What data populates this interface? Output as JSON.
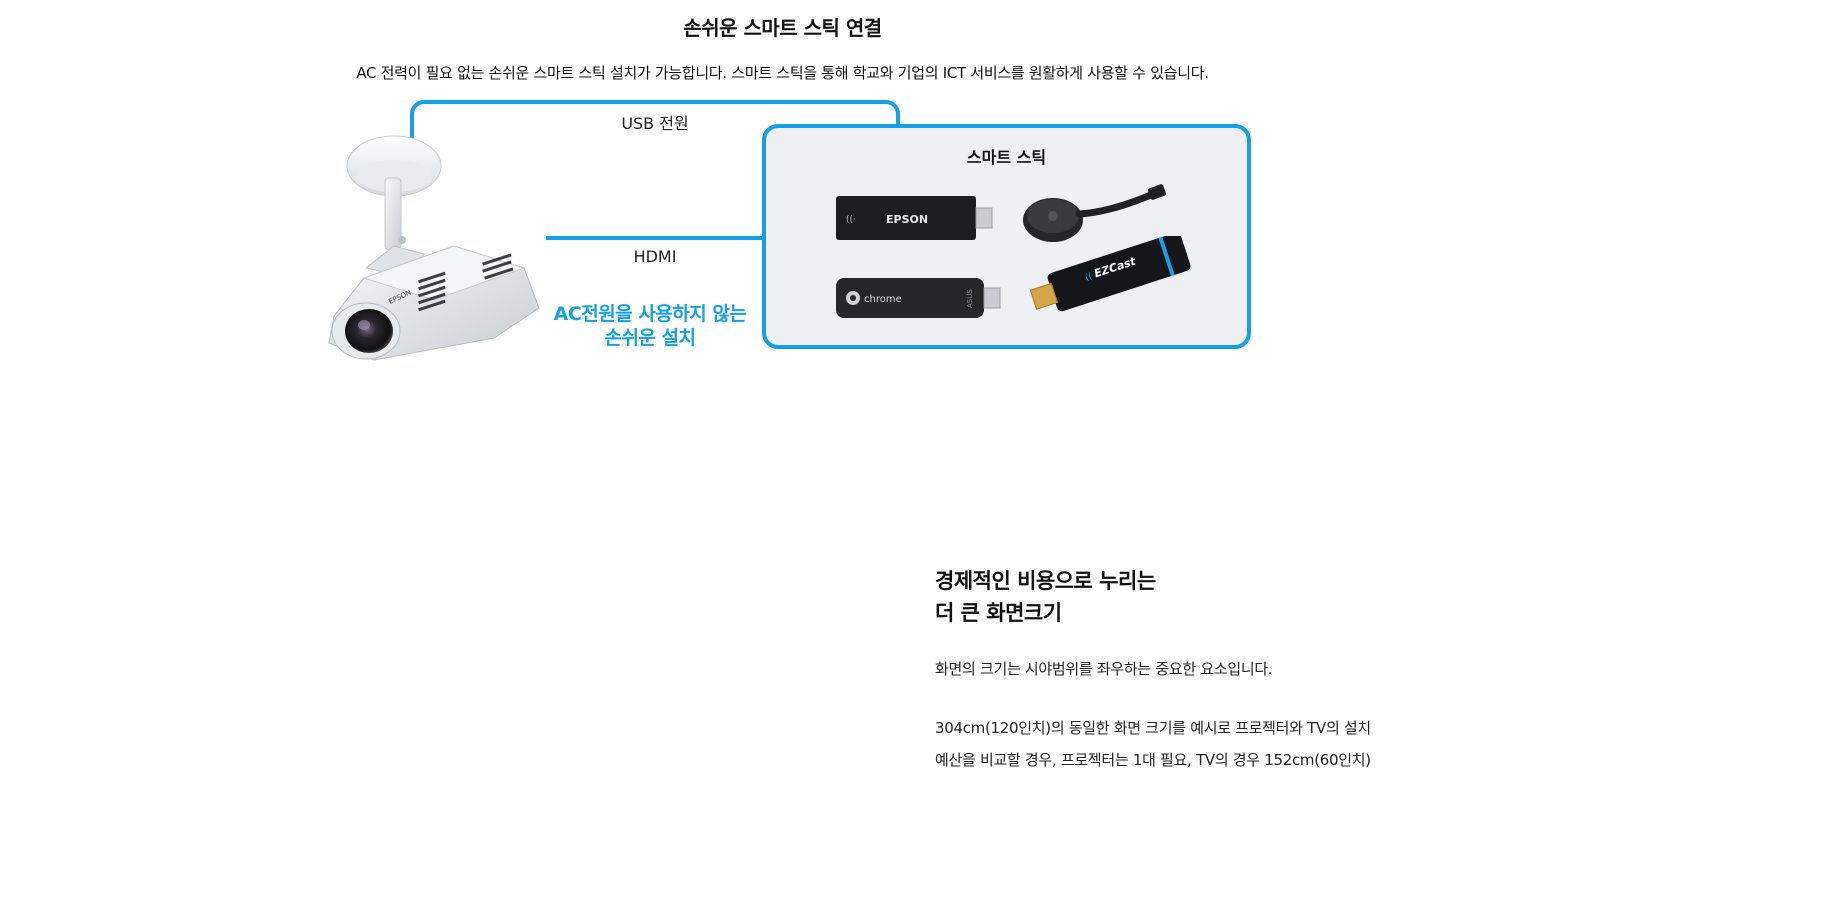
{
  "connect_section": {
    "title": "손쉬운 스마트 스틱 연결",
    "description": "AC 전력이 필요 없는 손쉬운 스마트 스틱 설치가 가능합니다. 스마트 스틱을 통해 학교와 기업의 ICT 서비스를 원활하게 사용할 수 있습니다."
  },
  "diagram": {
    "usb_label": "USB 전원",
    "hdmi_label": "HDMI",
    "ac_label_line1": "AC전원을 사용하지 않는",
    "ac_label_line2": "손쉬운 설치",
    "stick_box_title": "스마트 스틱",
    "sticks": {
      "epson_brand": "EPSON",
      "chrome_brand": "chrome",
      "asus_brand": "ASUS",
      "ezcast_brand": "EZCast"
    },
    "projector_brand": "EPSON",
    "accent_color": "#12a0e6"
  },
  "feature_section": {
    "title_line1": "경제적인 비용으로 누리는",
    "title_line2": "더 큰 화면크기",
    "paragraph1": "화면의 크기는 시야범위를 좌우하는 중요한 요소입니다.",
    "paragraph2_line1": "304cm(120인치)의 동일한 화면 크기를 예시로 프로젝터와 TV의 설치",
    "paragraph2_line2": "예산을 비교할 경우, 프로젝터는 1대 필요, TV의 경우 152cm(60인치)"
  }
}
